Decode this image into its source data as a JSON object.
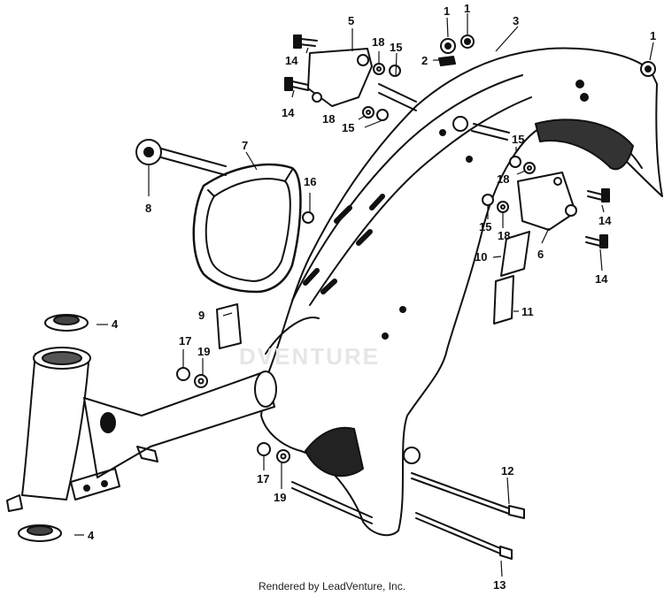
{
  "diagram": {
    "watermark": "DVENTURE",
    "credit": "Rendered by LeadVenture, Inc.",
    "callouts": [
      {
        "id": "c-1a",
        "text": "1"
      },
      {
        "id": "c-1b",
        "text": "1"
      },
      {
        "id": "c-1c",
        "text": "1"
      },
      {
        "id": "c-2",
        "text": "2"
      },
      {
        "id": "c-3",
        "text": "3"
      },
      {
        "id": "c-4a",
        "text": "4"
      },
      {
        "id": "c-4b",
        "text": "4"
      },
      {
        "id": "c-5",
        "text": "5"
      },
      {
        "id": "c-6",
        "text": "6"
      },
      {
        "id": "c-7",
        "text": "7"
      },
      {
        "id": "c-8",
        "text": "8"
      },
      {
        "id": "c-9",
        "text": "9"
      },
      {
        "id": "c-10",
        "text": "10"
      },
      {
        "id": "c-11",
        "text": "11"
      },
      {
        "id": "c-12",
        "text": "12"
      },
      {
        "id": "c-13",
        "text": "13"
      },
      {
        "id": "c-14a",
        "text": "14"
      },
      {
        "id": "c-14b",
        "text": "14"
      },
      {
        "id": "c-14c",
        "text": "14"
      },
      {
        "id": "c-14d",
        "text": "14"
      },
      {
        "id": "c-15a",
        "text": "15"
      },
      {
        "id": "c-15b",
        "text": "15"
      },
      {
        "id": "c-15c",
        "text": "15"
      },
      {
        "id": "c-15d",
        "text": "15"
      },
      {
        "id": "c-16",
        "text": "16"
      },
      {
        "id": "c-17a",
        "text": "17"
      },
      {
        "id": "c-17b",
        "text": "17"
      },
      {
        "id": "c-18a",
        "text": "18"
      },
      {
        "id": "c-18b",
        "text": "18"
      },
      {
        "id": "c-18c",
        "text": "18"
      },
      {
        "id": "c-18d",
        "text": "18"
      },
      {
        "id": "c-19a",
        "text": "19"
      },
      {
        "id": "c-19b",
        "text": "19"
      }
    ]
  }
}
